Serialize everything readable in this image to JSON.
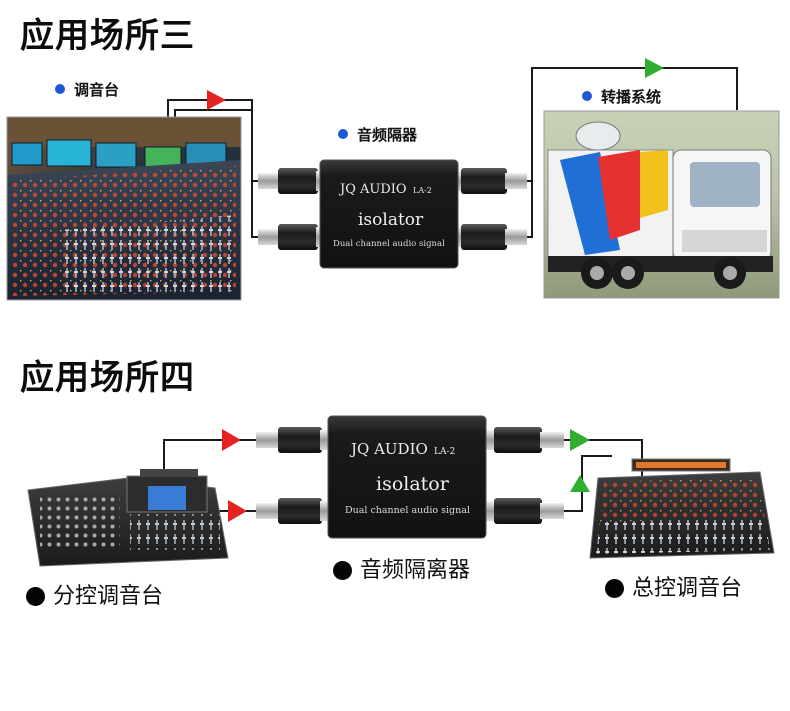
{
  "scene3": {
    "title": "应用场所三",
    "labels": {
      "mixer": "调音台",
      "isolator": "音频隔器",
      "broadcast": "转播系统"
    }
  },
  "scene4": {
    "title": "应用场所四",
    "labels": {
      "sub_mixer": "分控调音台",
      "isolator": "音频隔离器",
      "main_mixer": "总控调音台"
    }
  },
  "device": {
    "brand": "JQ AUDIO",
    "model": "LA-2",
    "name": "isolator",
    "subtitle": "Dual channel audio signal"
  },
  "colors": {
    "arrow_input": "#e52222",
    "arrow_output": "#2fae2f",
    "label_dot_scene3": "#1d59d6",
    "label_dot_scene4": "#050505"
  }
}
